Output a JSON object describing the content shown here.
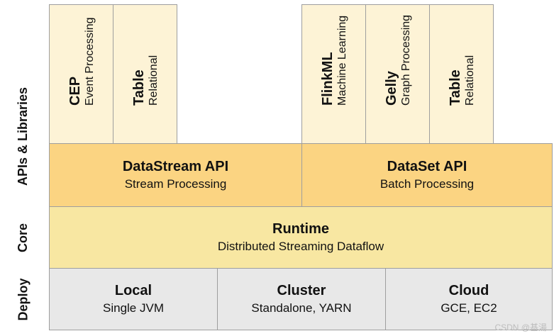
{
  "side_labels": {
    "apis": "APIs & Libraries",
    "core": "Core",
    "deploy": "Deploy"
  },
  "libraries": [
    {
      "title": "CEP",
      "subtitle": "Event Processing"
    },
    {
      "title": "Table",
      "subtitle": "Relational"
    },
    {
      "title": "FlinkML",
      "subtitle": "Machine Learning"
    },
    {
      "title": "Gelly",
      "subtitle": "Graph Processing"
    },
    {
      "title": "Table",
      "subtitle": "Relational"
    }
  ],
  "apis": [
    {
      "title": "DataStream API",
      "subtitle": "Stream Processing"
    },
    {
      "title": "DataSet API",
      "subtitle": "Batch Processing"
    }
  ],
  "core": {
    "title": "Runtime",
    "subtitle": "Distributed Streaming Dataflow"
  },
  "deploy": [
    {
      "title": "Local",
      "subtitle": "Single JVM"
    },
    {
      "title": "Cluster",
      "subtitle": "Standalone, YARN"
    },
    {
      "title": "Cloud",
      "subtitle": "GCE, EC2"
    }
  ],
  "watermark": "CSDN @基湯"
}
